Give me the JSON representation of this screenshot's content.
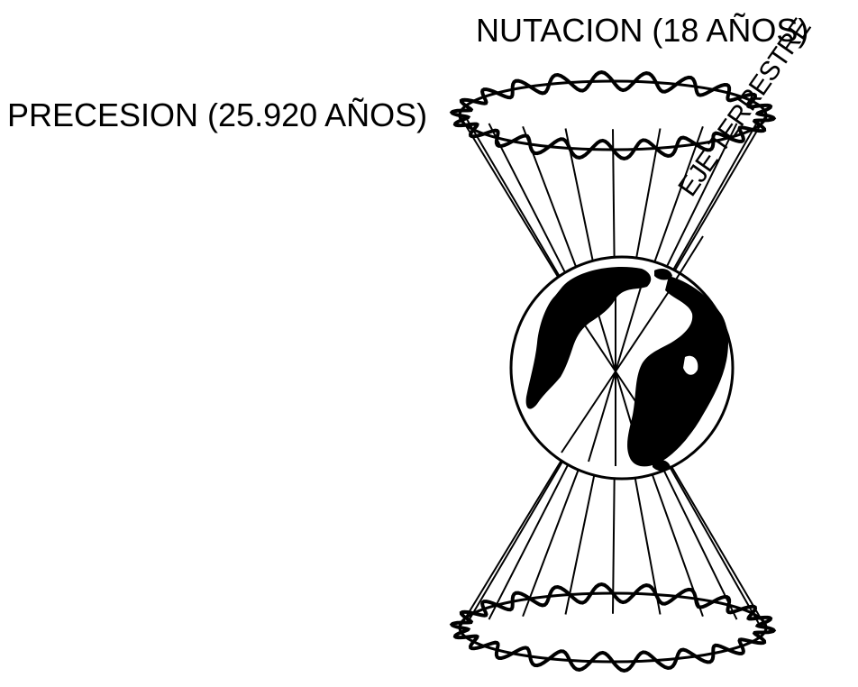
{
  "labels": {
    "nutation": "NUTACION (18 AÑOS)",
    "precession": "PRECESION (25.920 AÑOS)",
    "earth_axis": "EJE TERRESTRE"
  },
  "colors": {
    "ink": "#000000",
    "background": "#ffffff"
  }
}
